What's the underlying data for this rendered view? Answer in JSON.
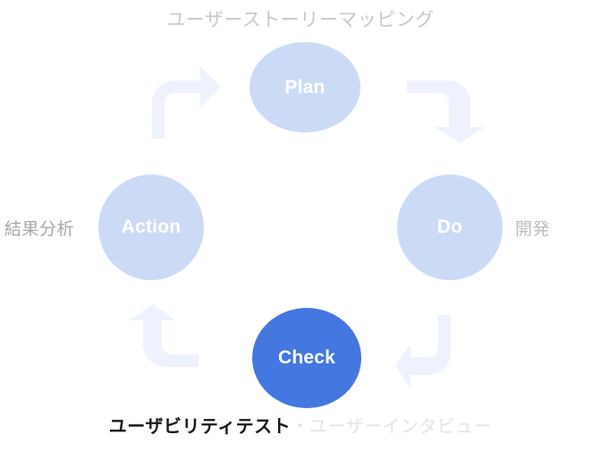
{
  "diagram": {
    "type": "pdca-cycle",
    "title": "ユーザーストーリーマッピング",
    "nodes": [
      {
        "id": "plan",
        "label": "Plan",
        "color": "#ccdbf5",
        "text_color": "#ffffff",
        "position": "top"
      },
      {
        "id": "do",
        "label": "Do",
        "color": "#ccdbf5",
        "text_color": "#ffffff",
        "position": "right"
      },
      {
        "id": "action",
        "label": "Action",
        "color": "#ccdbf5",
        "text_color": "#ffffff",
        "position": "left"
      },
      {
        "id": "check",
        "label": "Check",
        "color": "#4477e0",
        "text_color": "#ffffff",
        "position": "bottom"
      }
    ],
    "annotations": {
      "top": "ユーザーストーリーマッピング",
      "right": "開発",
      "left": "結果分析",
      "bottom_strong": "ユーザビリティテスト",
      "bottom_faint": "・ユーザーインタビュー"
    },
    "arrows": [
      {
        "id": "action-to-plan",
        "from": "action",
        "to": "plan",
        "direction": "right",
        "color": "#eef2fc"
      },
      {
        "id": "plan-to-do",
        "from": "plan",
        "to": "do",
        "direction": "down",
        "color": "#eef2fc"
      },
      {
        "id": "do-to-check",
        "from": "do",
        "to": "check",
        "direction": "left",
        "color": "#eef2fc"
      },
      {
        "id": "check-to-action",
        "from": "check",
        "to": "action",
        "direction": "up",
        "color": "#eef2fc"
      }
    ],
    "colors": {
      "node_light": "#ccdbf5",
      "node_accent": "#4477e0",
      "arrow": "#eef2fc",
      "label_gray": "#c9c9c9",
      "label_faint": "#e3e3e3",
      "label_dark": "#181818",
      "background": "#ffffff"
    }
  }
}
